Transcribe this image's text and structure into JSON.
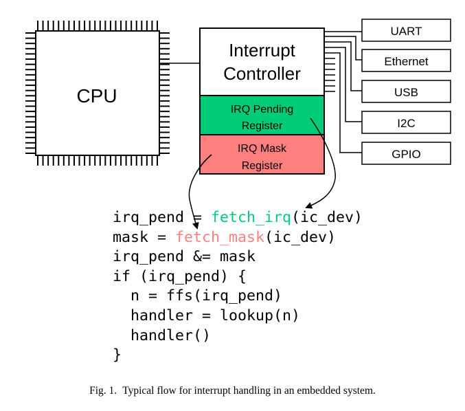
{
  "diagram": {
    "cpu": {
      "label": "CPU"
    },
    "interrupt_controller": {
      "label_line1": "Interrupt",
      "label_line2": "Controller"
    },
    "pending_register": {
      "label_line1": "IRQ Pending",
      "label_line2": "Register",
      "color": "#00CC77"
    },
    "mask_register": {
      "label_line1": "IRQ Mask",
      "label_line2": "Register",
      "color": "#FF7F7F"
    },
    "devices": [
      {
        "label": "UART"
      },
      {
        "label": "Ethernet"
      },
      {
        "label": "USB"
      },
      {
        "label": "I2C"
      },
      {
        "label": "GPIO"
      }
    ]
  },
  "code": {
    "colors": {
      "fetch_irq": "#00CC77",
      "fetch_mask": "#FF7F7F"
    },
    "line1": {
      "pre": "irq_pend = ",
      "fn": "fetch_irq",
      "post": "(ic_dev)"
    },
    "line2": {
      "pre": "mask = ",
      "fn": "fetch_mask",
      "post": "(ic_dev)"
    },
    "line3": "irq_pend &= mask",
    "line4": "if (irq_pend) {",
    "line5": "  n = ffs(irq_pend)",
    "line6": "  handler = lookup(n)",
    "line7": "  handler()",
    "line8": "}"
  },
  "caption": {
    "figure_number": "Fig. 1.",
    "text": "Typical flow for interrupt handling in an embedded system."
  }
}
